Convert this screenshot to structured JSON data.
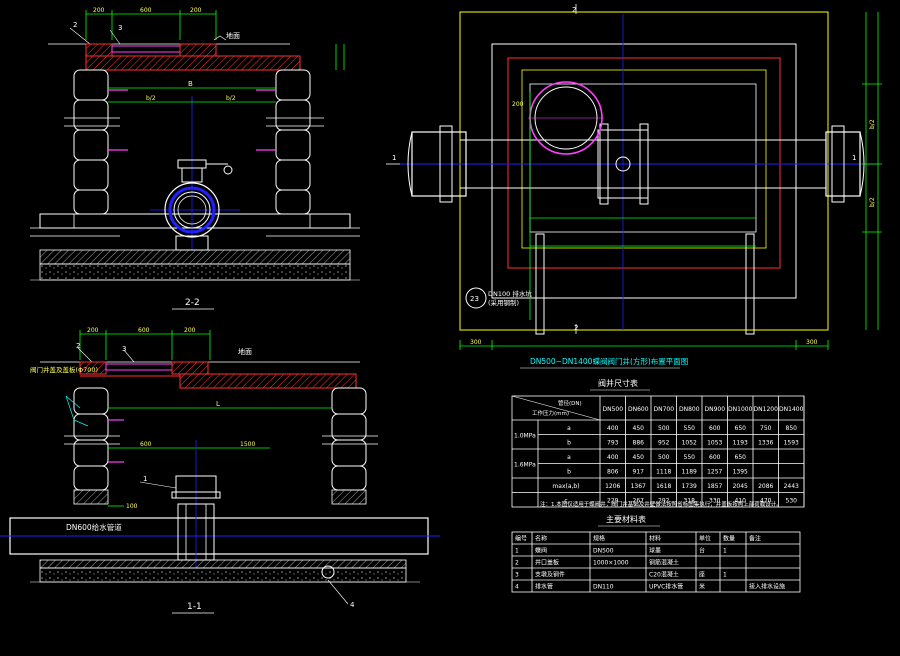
{
  "colors": {
    "background": "#000000",
    "line_white": "#ffffff",
    "line_green": "#00ff00",
    "line_yellow": "#ffff00",
    "line_red": "#ff3030",
    "line_magenta": "#ff40ff",
    "line_blue": "#2020ff",
    "line_cyan": "#00ffff",
    "hatch_red": "#ff3030",
    "ground_gray": "#777777"
  },
  "section_22": {
    "title": "2-2",
    "dims_top": [
      "200",
      "600",
      "200"
    ],
    "callouts": [
      "2",
      "3"
    ],
    "ground_label": "地面",
    "dim_B": "B",
    "dim_B2_left": "b/2",
    "dim_B2_right": "b/2"
  },
  "section_11": {
    "title": "1-1",
    "dims_top": [
      "200",
      "600",
      "200"
    ],
    "callouts": [
      "2",
      "3",
      "1",
      "4"
    ],
    "ground_label": "地面",
    "dim_L": "L",
    "dim_600": "600",
    "dim_1500": "1500",
    "dim_100": "100",
    "pipe_label": "DN600给水管道",
    "left_note": "阀门井盖及盖板(Φ700)"
  },
  "plan": {
    "title": "DN500~DN1400蝶阀阀门井(方形)布置平面图",
    "cut_labels": [
      "2",
      "1",
      "1",
      "2"
    ],
    "dim_200": "200",
    "dim_300_left": "300",
    "dim_300_right": "300",
    "side_dims": [
      "b/2",
      "b/2"
    ],
    "note_num": "23",
    "note_text": "DN100 排水坑\n(采用钢制)"
  },
  "dim_table": {
    "title": "阀井尺寸表",
    "corner_top": "管径(DN)",
    "corner_bottom": "工作压力(mm)",
    "headers": [
      "DN500",
      "DN600",
      "DN700",
      "DN800",
      "DN900",
      "DN1000",
      "DN1200",
      "DN1400"
    ],
    "pressure_1": "1.0MPa",
    "pressure_2": "1.6MPa",
    "rows": [
      {
        "label": "a",
        "values": [
          "400",
          "450",
          "500",
          "550",
          "600",
          "650",
          "750",
          "850"
        ]
      },
      {
        "label": "b",
        "values": [
          "793",
          "886",
          "952",
          "1052",
          "1053",
          "1193",
          "1336",
          "1593"
        ]
      },
      {
        "label": "a",
        "values": [
          "400",
          "450",
          "500",
          "550",
          "600",
          "650",
          "",
          ""
        ]
      },
      {
        "label": "b",
        "values": [
          "806",
          "917",
          "1118",
          "1189",
          "1257",
          "1395",
          "",
          ""
        ]
      },
      {
        "label": "max(a,b)",
        "values": [
          "1206",
          "1367",
          "1618",
          "1739",
          "1857",
          "2045",
          "2086",
          "2443"
        ]
      },
      {
        "label": "c",
        "values": [
          "229",
          "267",
          "292",
          "318",
          "330",
          "410",
          "470",
          "530"
        ]
      }
    ],
    "note": "注：1.本图仅适用于蝶阀井，阀门井基础及井壁做法按照省标图集执行，井盖板按照上部荷载设计。"
  },
  "mat_table": {
    "title": "主要材料表",
    "headers": [
      "编号",
      "名称",
      "规格",
      "材料",
      "单位",
      "数量",
      "备注"
    ],
    "rows": [
      [
        "1",
        "蝶阀",
        "DN500",
        "球墨",
        "台",
        "1",
        ""
      ],
      [
        "2",
        "井口盖板",
        "1000×1000",
        "钢筋混凝土",
        "",
        "",
        ""
      ],
      [
        "3",
        "支墩及钢件",
        "",
        "C20混凝土",
        "座",
        "1",
        ""
      ],
      [
        "4",
        "排水管",
        "DN110",
        "UPVC排水管",
        "米",
        "",
        "接入排水设施"
      ]
    ]
  }
}
